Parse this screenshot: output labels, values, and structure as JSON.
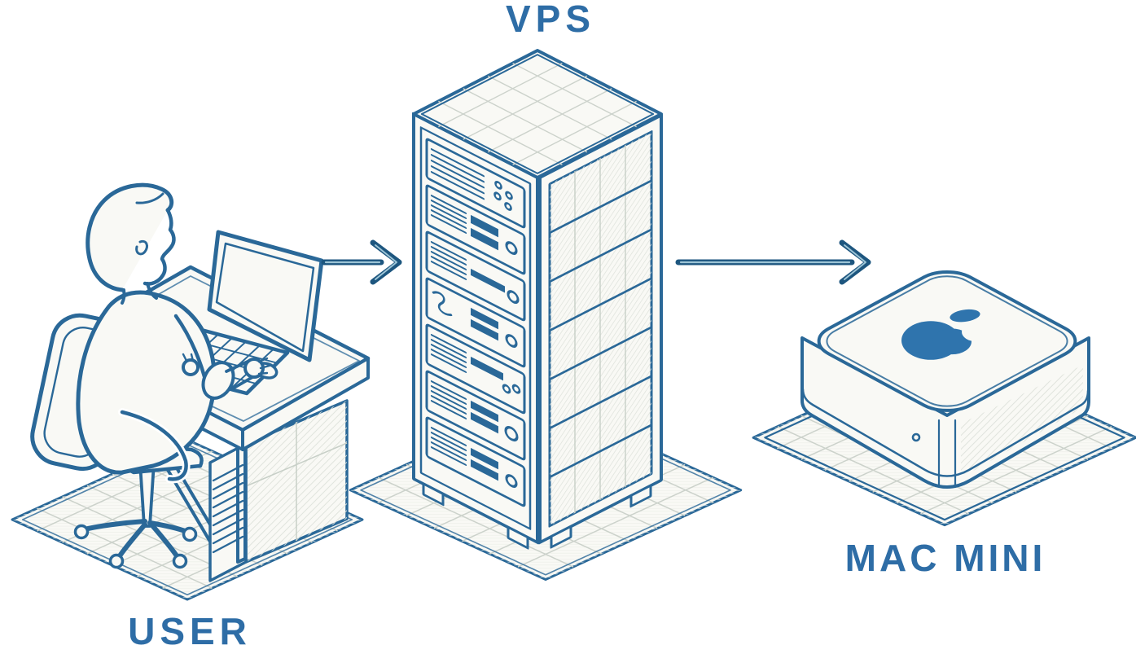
{
  "diagram": {
    "nodes": [
      {
        "id": "user",
        "label": "USER",
        "icon": "person-at-desk-icon"
      },
      {
        "id": "vps",
        "label": "VPS",
        "icon": "server-rack-icon"
      },
      {
        "id": "mac-mini",
        "label": "MAC MINI",
        "icon": "mac-mini-icon"
      }
    ],
    "edges": [
      {
        "from": "USER",
        "to": "VPS",
        "style": "right-arrow"
      },
      {
        "from": "VPS",
        "to": "MAC MINI",
        "style": "right-arrow"
      }
    ],
    "colors": {
      "line": "#2a6898",
      "line_dark": "#1d567f",
      "label_text": "#2e6da6",
      "fill": "#f9f9f5",
      "hatch": "#dde1da",
      "floor_grid": "#ccd2cb",
      "floor_hatch": "#ebede7",
      "apple_logo": "#2f74ad",
      "arrow_core": "#9cc4d6",
      "panel_seam": "#c7cfc7"
    }
  }
}
